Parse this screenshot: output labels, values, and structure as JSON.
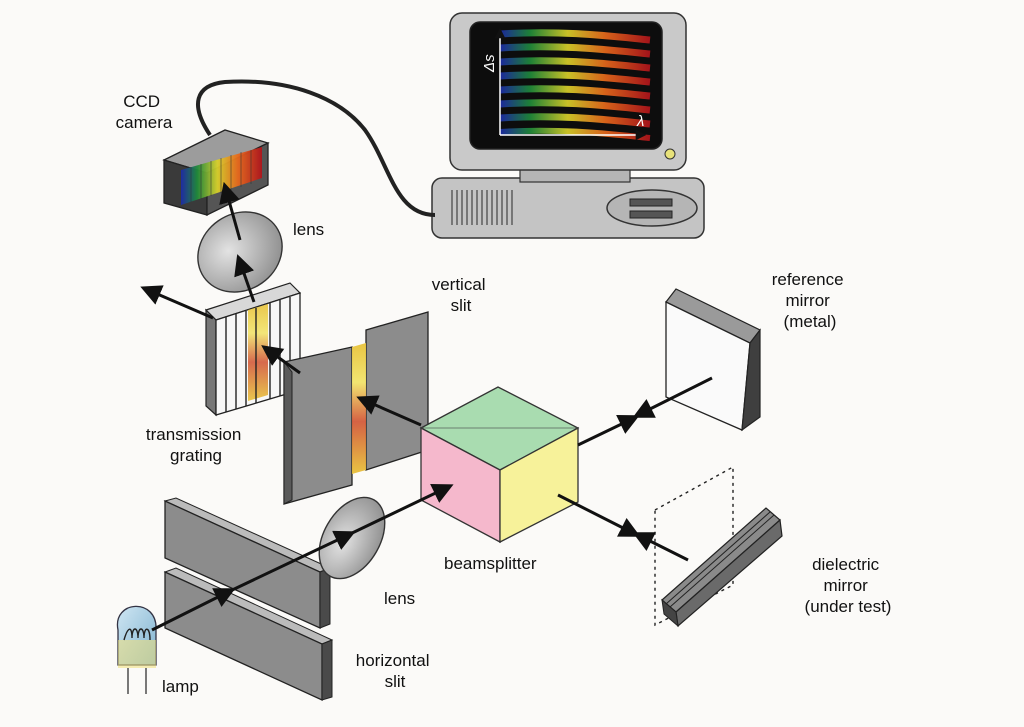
{
  "labels": {
    "ccd_camera": [
      "CCD",
      "camera"
    ],
    "lens_top": "lens",
    "vertical_slit": [
      "vertical",
      "slit"
    ],
    "reference_mirror": [
      "reference",
      "mirror",
      "(metal)"
    ],
    "transmission_grating": [
      "transmission",
      "grating"
    ],
    "beamsplitter": "beamsplitter",
    "lens_bottom": "lens",
    "dielectric_mirror": [
      "dielectric",
      "mirror",
      "(under test)"
    ],
    "lamp": "lamp",
    "horizontal_slit": [
      "horizontal",
      "slit"
    ]
  },
  "monitor": {
    "y_axis_label": "Δs",
    "x_axis_label": "λ"
  },
  "colors": {
    "cube_top": "#a9dcb0",
    "cube_left": "#f5b8cc",
    "cube_right": "#f7f29a",
    "device_gray": "#bdbdbd",
    "slit_gray": "#8c8c8c",
    "screen_bg": "#0d0d0d"
  }
}
